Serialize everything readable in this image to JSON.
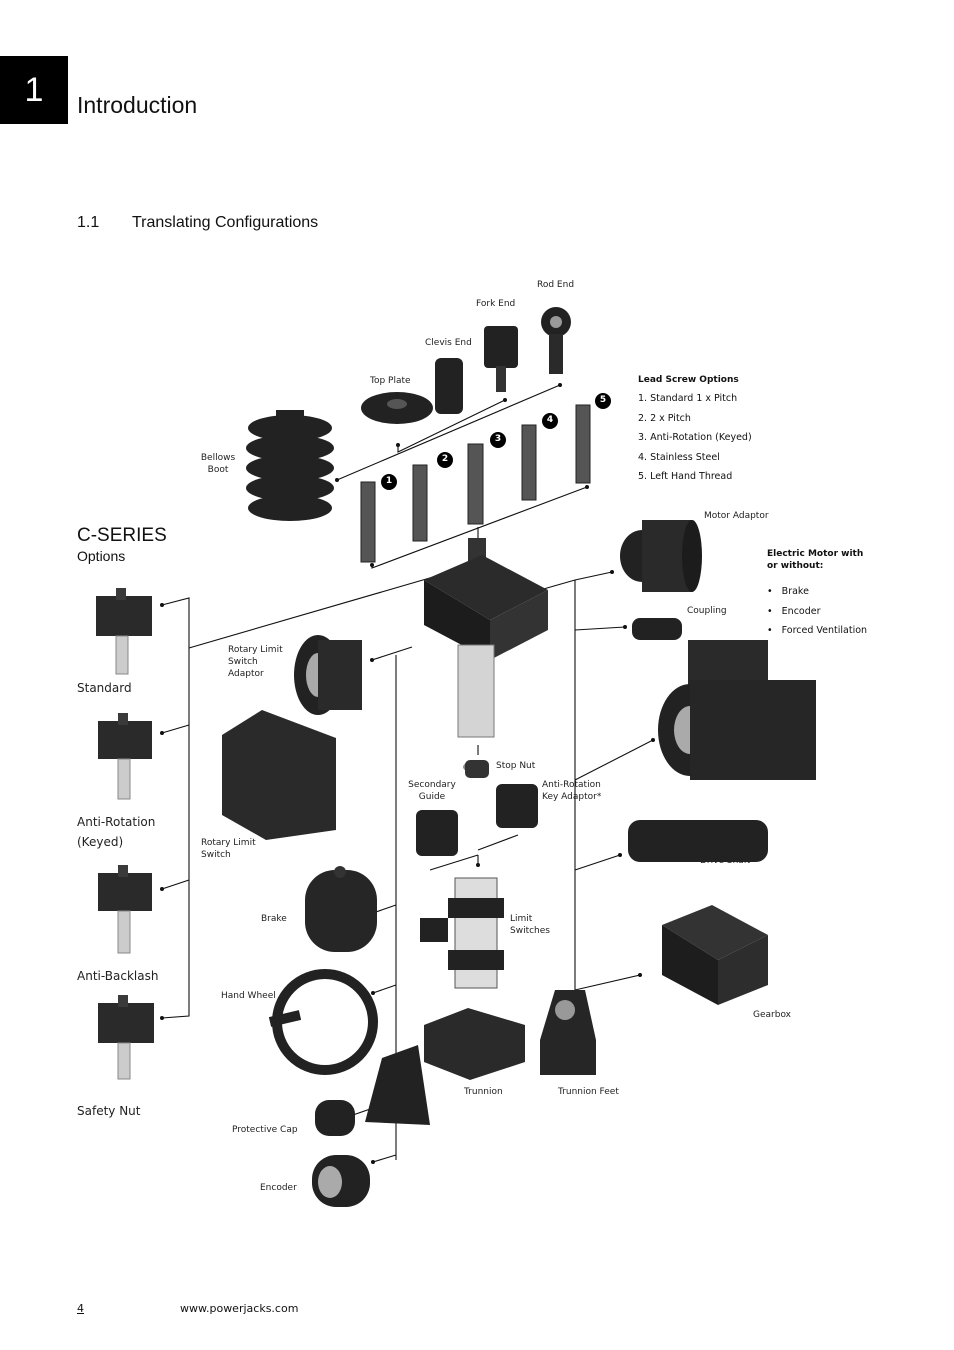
{
  "chapter": {
    "number": "1",
    "title": "Introduction"
  },
  "section": {
    "number": "1.1",
    "title": "Translating Configurations"
  },
  "series": {
    "title": "C-SERIES",
    "subtitle": "Options"
  },
  "options": [
    "Standard",
    "Anti-Rotation (Keyed)",
    "Anti-Backlash",
    "Safety Nut"
  ],
  "components": {
    "rod_end": "Rod End",
    "fork_end": "Fork End",
    "clevis_end": "Clevis End",
    "top_plate": "Top Plate",
    "bellows_boot": "Bellows Boot",
    "motor_adaptor": "Motor Adaptor",
    "coupling": "Coupling",
    "rotary_limit_switch_adaptor": "Rotary Limit Switch Adaptor",
    "rotary_limit_switch": "Rotary Limit Switch",
    "stop_nut": "Stop Nut",
    "secondary_guide": "Secondary Guide",
    "anti_rotation_key_adaptor": "Anti-Rotation Key Adaptor*",
    "drive_shaft": "Drive Shaft",
    "brake": "Brake",
    "limit_switches": "Limit Switches",
    "hand_wheel": "Hand Wheel",
    "gearbox": "Gearbox",
    "trunnion": "Trunnion",
    "trunnion_feet": "Trunnion Feet",
    "protective_cap": "Protective Cap",
    "encoder": "Encoder"
  },
  "lead_screw": {
    "heading": "Lead Screw Options",
    "items": [
      "1.  Standard 1 x Pitch",
      "2.  2 x Pitch",
      "3.  Anti-Rotation (Keyed)",
      "4.  Stainless Steel",
      "5.  Left Hand Thread"
    ],
    "markers": [
      "1",
      "2",
      "3",
      "4",
      "5"
    ]
  },
  "motor": {
    "heading_line1": "Electric Motor with",
    "heading_line2": "or without:",
    "items": [
      "Brake",
      "Encoder",
      "Forced Ventilation"
    ],
    "bullet": "•"
  },
  "footer": {
    "page": "4",
    "url": "www.powerjacks.com"
  }
}
